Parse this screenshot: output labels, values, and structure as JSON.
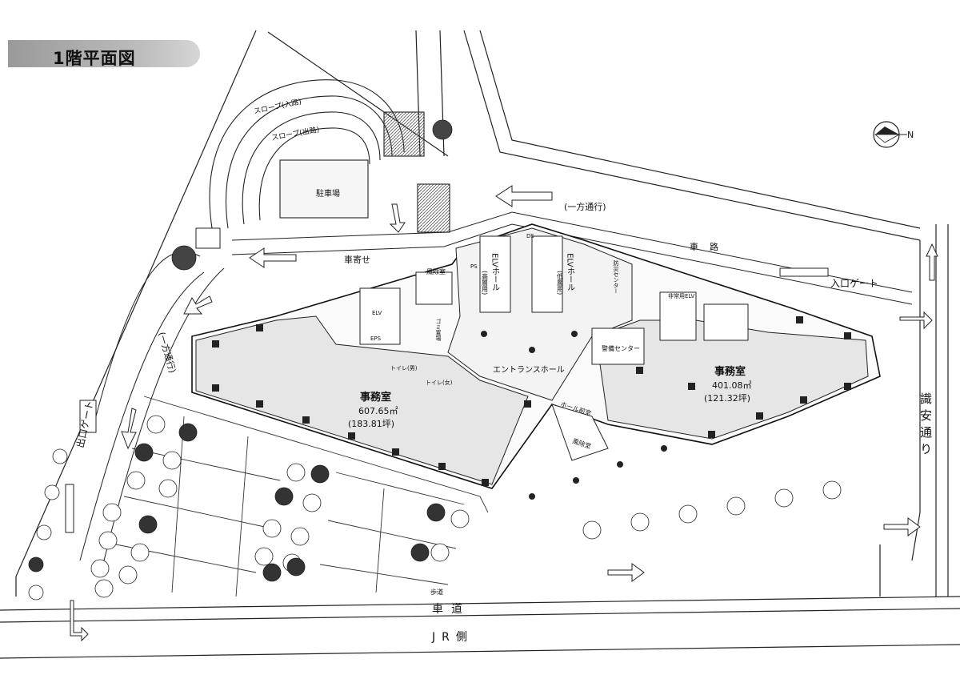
{
  "title": "1階平面図",
  "labels": {
    "parking": "駐車場",
    "slope_in": "スロープ(入路)",
    "slope_out": "スロープ(出路)",
    "one_way_top": "(一方通行)",
    "one_way_left": "(一方通行)",
    "shayose": "車寄せ",
    "sharo": "車路",
    "entrance_gate": "入口ゲート",
    "exit_gate": "出口ゲート",
    "elv_high": "ELVホール",
    "elv_high_sub": "(高層用)",
    "elv_low": "ELVホール",
    "elv_low_sub": "(低層用)",
    "bouzai": "防災センター",
    "fuujoshitsu": "風除室",
    "fuujoshitsu2": "風除室",
    "hall_kaidan": "ホール前室",
    "entrance_hall": "エントランスホール",
    "toilet_m": "トイレ(男)",
    "toilet_f": "トイレ(女)",
    "gomi": "ゴミ置場",
    "keibi": "警備センター",
    "office_left_name": "事務室",
    "office_left_area": "607.65㎡",
    "office_left_tsubo": "(183.81坪)",
    "office_right_name": "事務室",
    "office_right_area": "401.08㎡",
    "office_right_tsubo": "(121.32坪)",
    "sidewalk": "歩道",
    "roadway": "車道",
    "jr_side": "JR側",
    "street": "識安通り",
    "ds": "DS",
    "ps": "PS",
    "eps": "EPS",
    "elv": "ELV",
    "hijou_elv": "非常用ELV",
    "north": "N"
  },
  "colors": {
    "line": "#1a1a1a",
    "office_fill": "#e6e6e6",
    "tree_dark": "#333333",
    "banner": "#b0b0b0"
  }
}
